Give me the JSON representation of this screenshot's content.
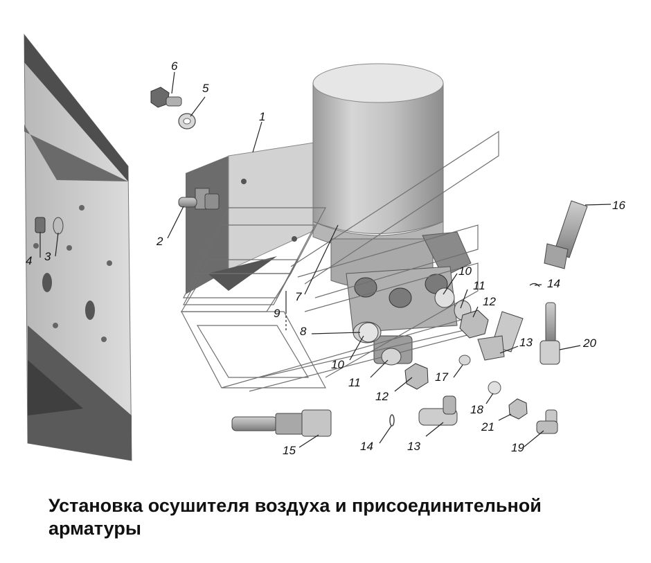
{
  "caption": "Установка осушителя воздуха и присоединительной арматуры",
  "callouts": [
    {
      "id": "c1",
      "text": "1"
    },
    {
      "id": "c2",
      "text": "2"
    },
    {
      "id": "c3",
      "text": "3"
    },
    {
      "id": "c4",
      "text": "4"
    },
    {
      "id": "c5",
      "text": "5"
    },
    {
      "id": "c6",
      "text": "6"
    },
    {
      "id": "c7",
      "text": "7"
    },
    {
      "id": "c8",
      "text": "8"
    },
    {
      "id": "c9",
      "text": "9"
    },
    {
      "id": "c10a",
      "text": "10"
    },
    {
      "id": "c10b",
      "text": "10"
    },
    {
      "id": "c11a",
      "text": "11"
    },
    {
      "id": "c11b",
      "text": "11"
    },
    {
      "id": "c12a",
      "text": "12"
    },
    {
      "id": "c12b",
      "text": "12"
    },
    {
      "id": "c13a",
      "text": "13"
    },
    {
      "id": "c13b",
      "text": "13"
    },
    {
      "id": "c14a",
      "text": "14"
    },
    {
      "id": "c14b",
      "text": "14"
    },
    {
      "id": "c15",
      "text": "15"
    },
    {
      "id": "c16",
      "text": "16"
    },
    {
      "id": "c17",
      "text": "17"
    },
    {
      "id": "c18",
      "text": "18"
    },
    {
      "id": "c19",
      "text": "19"
    },
    {
      "id": "c20",
      "text": "20"
    },
    {
      "id": "c21",
      "text": "21"
    }
  ]
}
